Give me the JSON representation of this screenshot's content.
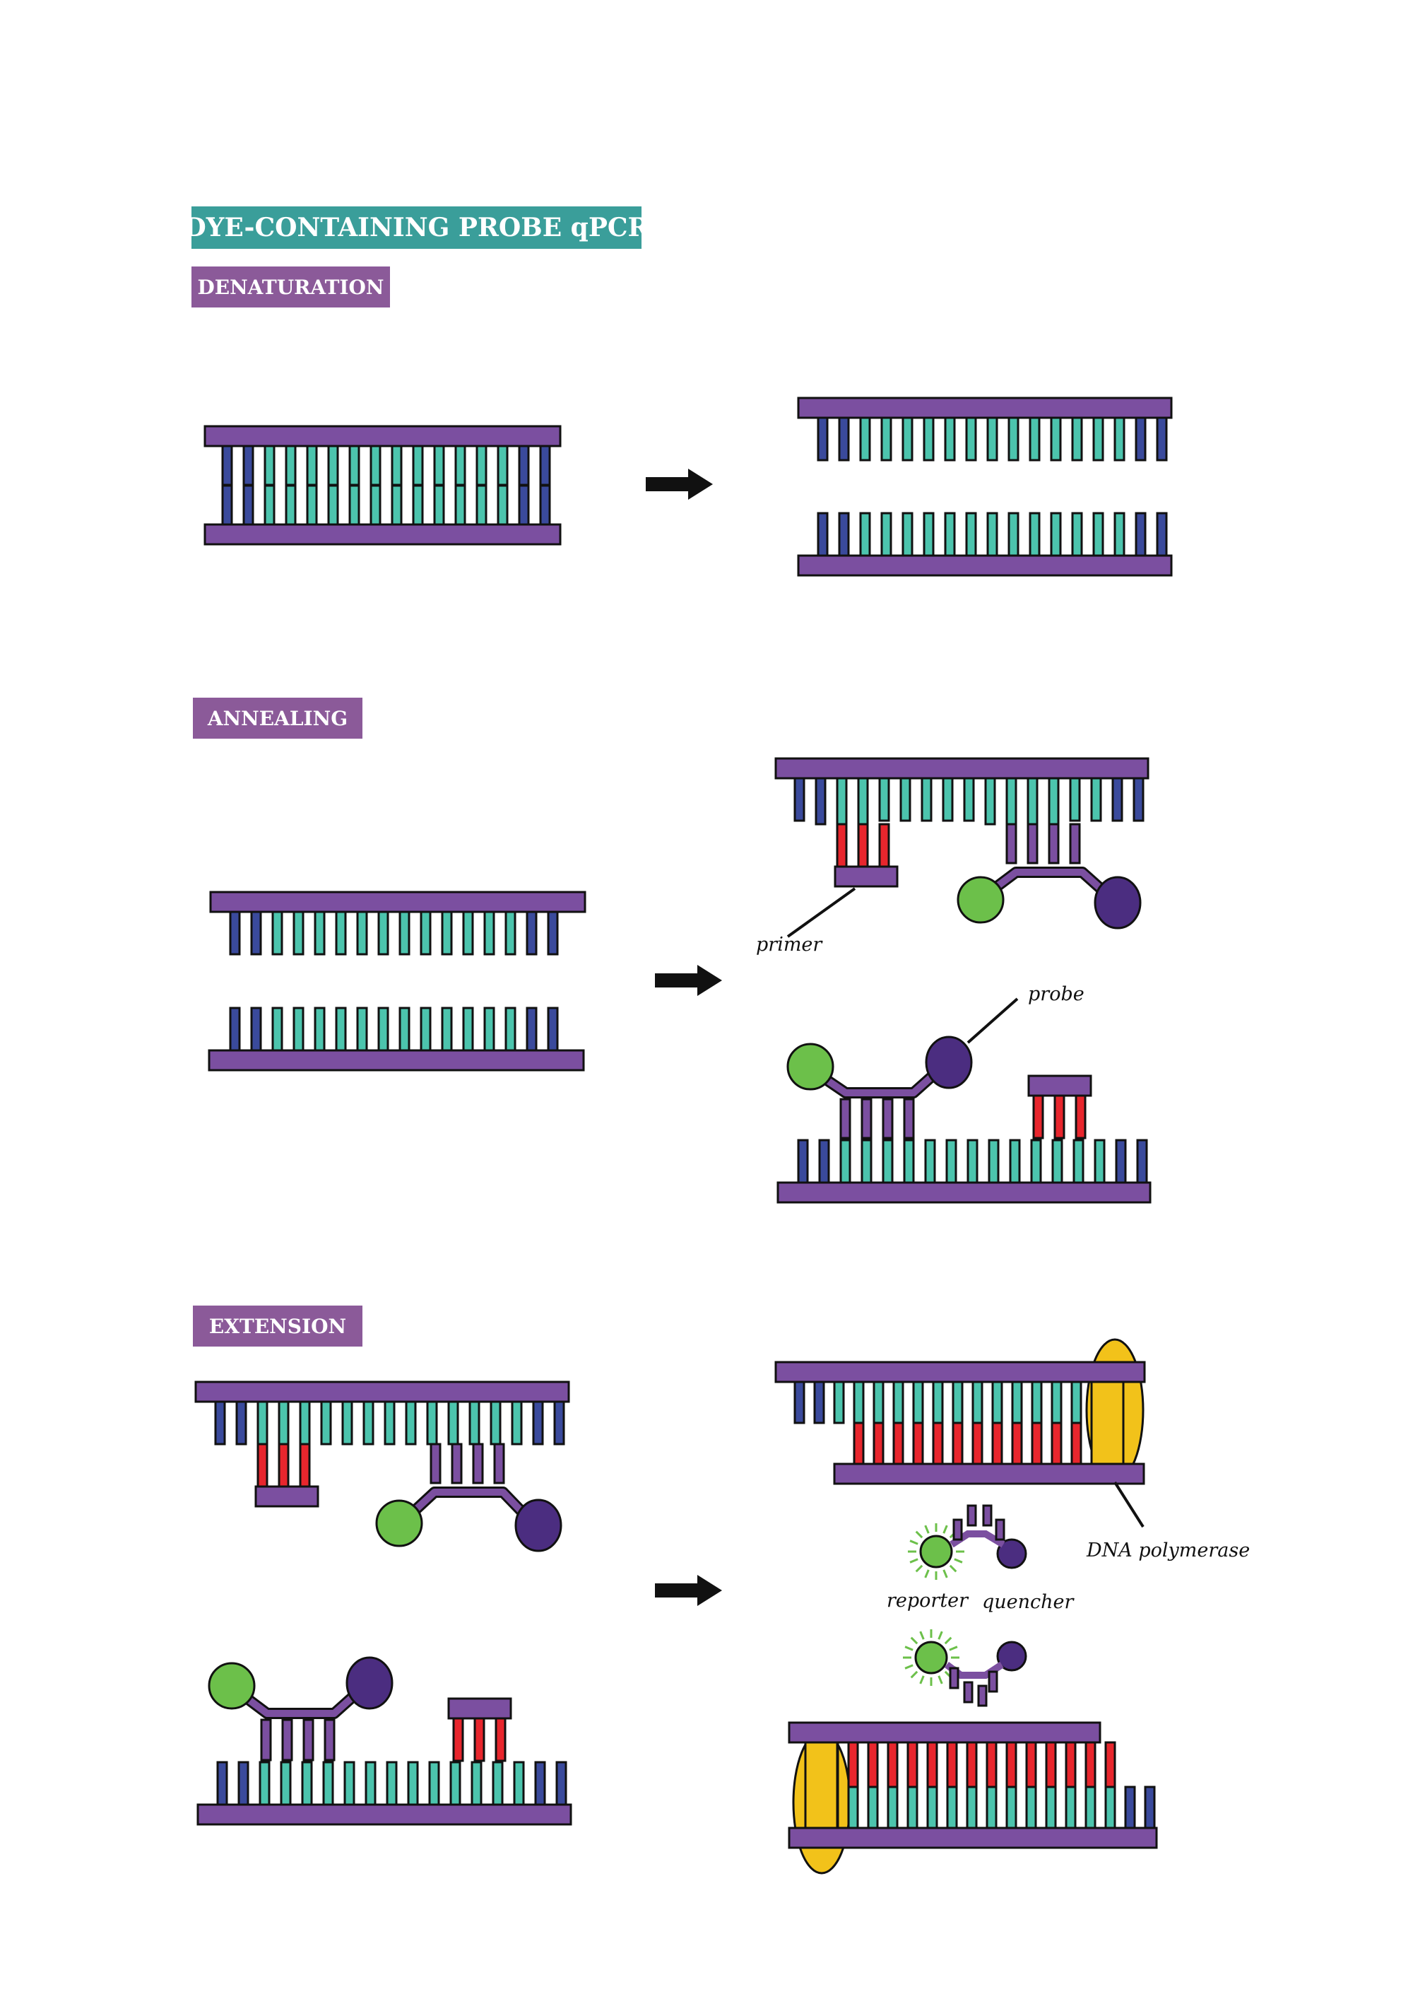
{
  "title": "DYE-CONTAINING PROBE qPCR",
  "sections": {
    "denaturation": "DENATURATION",
    "annealing": "ANNEALING",
    "extension": "EXTENSION"
  },
  "labels": {
    "primer": "primer",
    "probe": "probe",
    "dna_polymerase": "DNA polymerase",
    "reporter": "reporter",
    "quencher": "quencher"
  },
  "colors": {
    "title_banner": "#3a9e9a",
    "section_banner": "#8b5a99",
    "backbone": "#7b4fa0",
    "base_teal": "#4cc4ad",
    "base_navy": "#3a4a9c",
    "primer_red": "#e8262d",
    "reporter_green": "#6cc04a",
    "quencher_purple": "#4b2d80",
    "polymerase_yellow": "#f2c21a"
  }
}
